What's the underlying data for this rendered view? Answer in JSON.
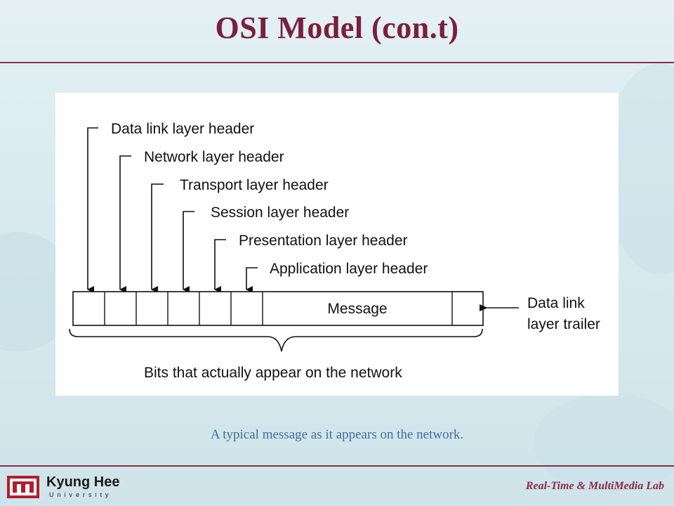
{
  "slide": {
    "title": "OSI Model (con.t)",
    "caption": "A typical message as it appears on the network.",
    "footer_logo_name": "Kyung Hee",
    "footer_logo_sub": "University",
    "footer_lab": "Real-Time & MultiMedia Lab"
  },
  "diagram": {
    "headers": [
      "Data link layer header",
      "Network layer header",
      "Transport layer header",
      "Session layer header",
      "Presentation layer header",
      "Application layer header"
    ],
    "message_label": "Message",
    "trailer_label_line1": "Data link",
    "trailer_label_line2": "layer trailer",
    "brace_label": "Bits that actually appear on the network"
  },
  "colors": {
    "title": "#7a1f3d",
    "rule": "#8a2b48",
    "caption": "#4a6a99",
    "lab": "#8a2b48"
  }
}
